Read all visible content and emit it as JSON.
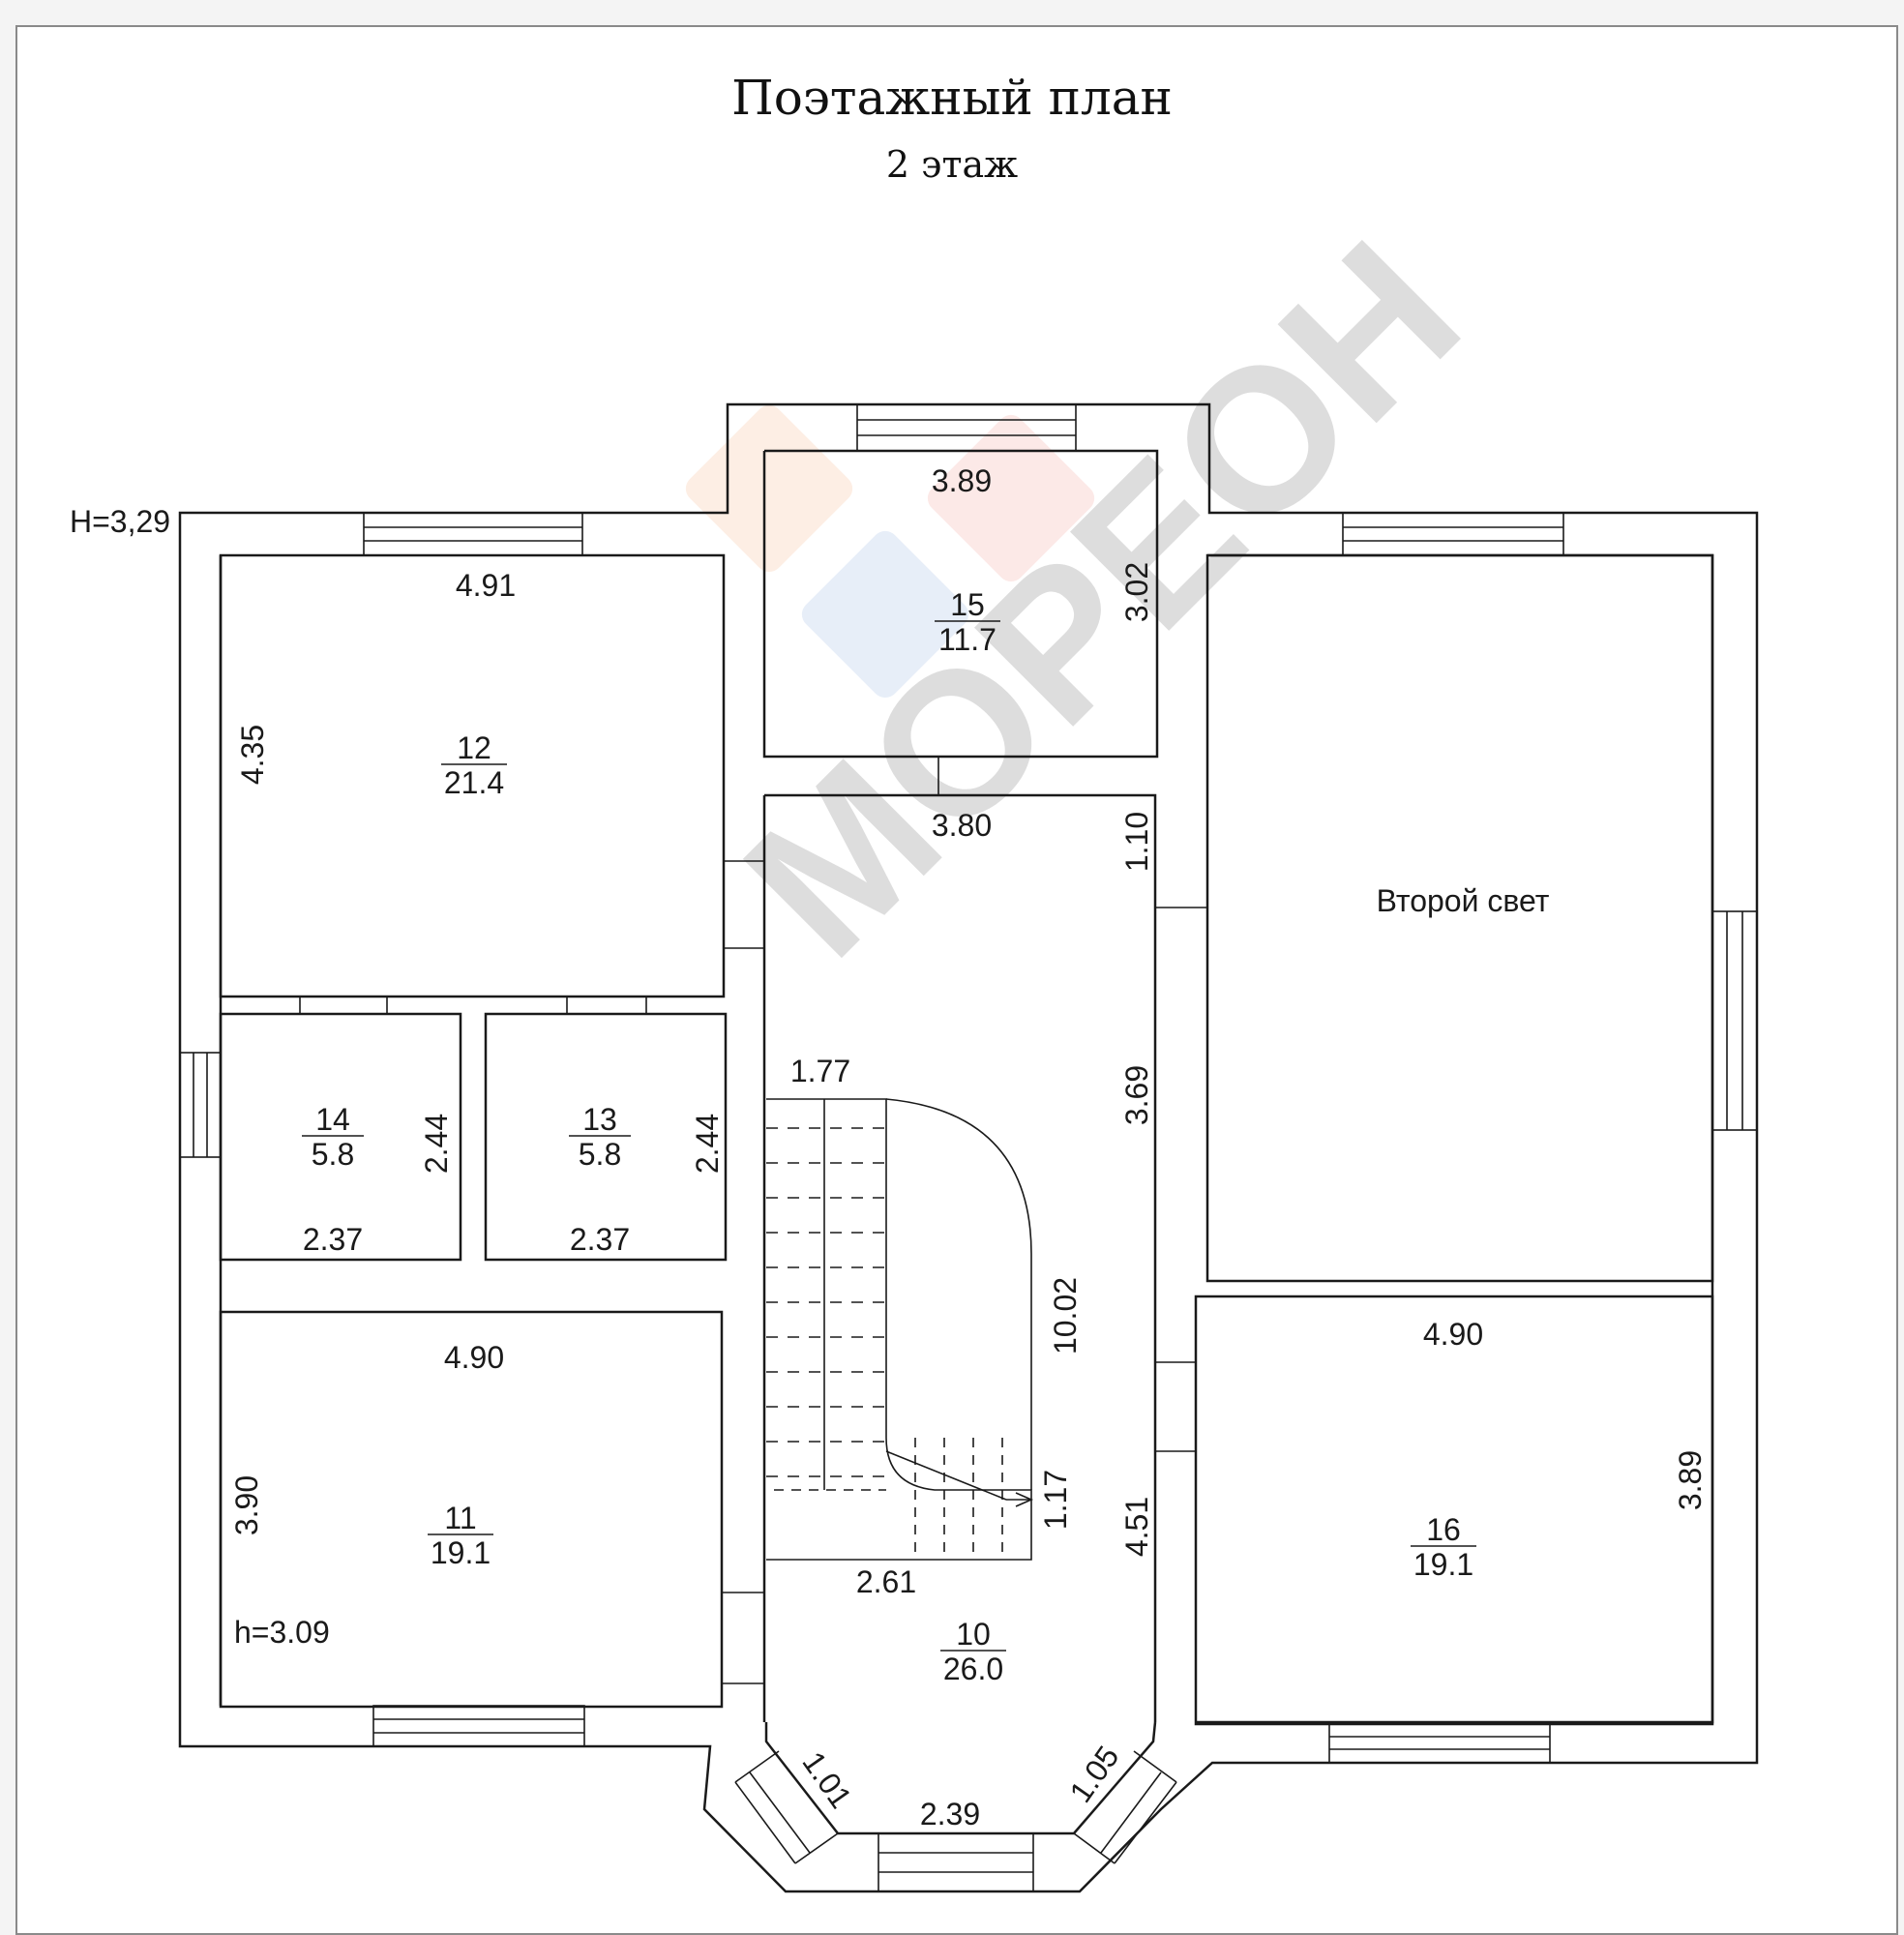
{
  "title": "Поэтажный план",
  "subtitle": "2 этаж",
  "watermark": {
    "text": "МОРЕОН",
    "colors": [
      "#f5a46c",
      "#f08a80",
      "#7fa5de"
    ]
  },
  "ceiling_height_main": "H=3,29",
  "ceiling_height_room11": "h=3.09",
  "second_light_label": "Второй свет",
  "rooms": [
    {
      "number": "12",
      "area": "21.4"
    },
    {
      "number": "14",
      "area": "5.8"
    },
    {
      "number": "13",
      "area": "5.8"
    },
    {
      "number": "11",
      "area": "19.1"
    },
    {
      "number": "15",
      "area": "11.7"
    },
    {
      "number": "10",
      "area": "26.0"
    },
    {
      "number": "16",
      "area": "19.1"
    }
  ],
  "dimensions": {
    "r12_width": "4.91",
    "r12_height": "4.35",
    "r14_width": "2.37",
    "r14_height": "2.44",
    "r13_width": "2.37",
    "r13_height": "2.44",
    "r11_width": "4.90",
    "r11_height": "3.90",
    "r15_width": "3.89",
    "r15_height": "3.02",
    "hall_top_width": "3.80",
    "hall_upper": "1.10",
    "hall_mid": "3.69",
    "stair_width": "1.77",
    "stair_length": "10.02",
    "stair_landing": "1.17",
    "stair_bottom": "2.61",
    "hall_lower": "4.51",
    "bay_left": "1.01",
    "bay_center": "2.39",
    "bay_right": "1.05",
    "r16_width": "4.90",
    "r16_height": "3.89"
  }
}
